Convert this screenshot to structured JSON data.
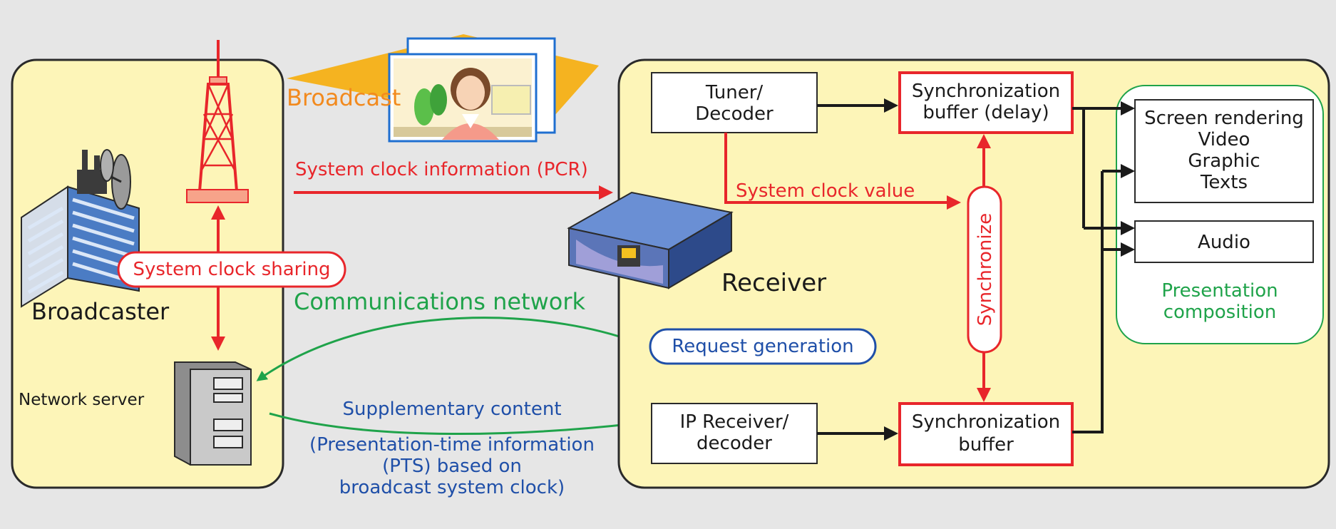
{
  "colors": {
    "background": "#e6e6e6",
    "panel_fill": "#fdf5b8",
    "panel_stroke": "#2a2a2a",
    "red": "#e8262b",
    "blue": "#1f4fa8",
    "green": "#1fa34a",
    "orange": "#f28a1e",
    "black": "#1a1a1a"
  },
  "broadcaster": {
    "label": "Broadcaster",
    "network_server_label": "Network server",
    "clock_sharing_label": "System clock sharing",
    "tower_icon": "broadcast-tower-icon",
    "building_icon": "office-building-icon",
    "server_icon": "server-tower-icon"
  },
  "links": {
    "broadcast": "Broadcast",
    "pcr": "System clock information (PCR)",
    "communications_network": "Communications network",
    "supplementary_line1": "Supplementary content",
    "supplementary_line2": "(Presentation-time information",
    "supplementary_line3": "(PTS) based on",
    "supplementary_line4": "broadcast system clock)",
    "tv_screen_icon": "tv-presenter-icon"
  },
  "receiver": {
    "label": "Receiver",
    "device_icon": "set-top-box-icon",
    "tuner_line1": "Tuner/",
    "tuner_line2": "Decoder",
    "ip_line1": "IP Receiver/",
    "ip_line2": "decoder",
    "sync_buffer_delay_line1": "Synchronization",
    "sync_buffer_delay_line2": "buffer (delay)",
    "sync_buffer_line1": "Synchronization",
    "sync_buffer_line2": "buffer",
    "system_clock_value": "System clock value",
    "synchronize": "Synchronize",
    "request_generation": "Request generation"
  },
  "presentation": {
    "screen_line1": "Screen rendering",
    "screen_line2": "Video",
    "screen_line3": "Graphic",
    "screen_line4": "Texts",
    "audio": "Audio",
    "composition_line1": "Presentation",
    "composition_line2": "composition"
  }
}
